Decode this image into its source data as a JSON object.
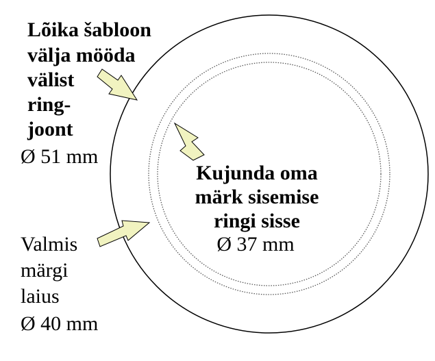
{
  "outer_label": {
    "lines": [
      "Lõika šabloon",
      "välja mööda",
      "välist",
      "ring-",
      "joont"
    ],
    "diameter": "Ø 51 mm"
  },
  "inner_label": {
    "lines": [
      "Kujunda oma",
      "märk sisemise",
      "ringi sisse"
    ],
    "diameter": "Ø 37 mm"
  },
  "finished_label": {
    "lines": [
      "Valmis",
      "märgi",
      "laius"
    ],
    "diameter": "Ø 40 mm"
  },
  "colors": {
    "arrow_fill": "#f1f3c0",
    "stroke": "#000000",
    "dotted_stroke": "#555555"
  }
}
